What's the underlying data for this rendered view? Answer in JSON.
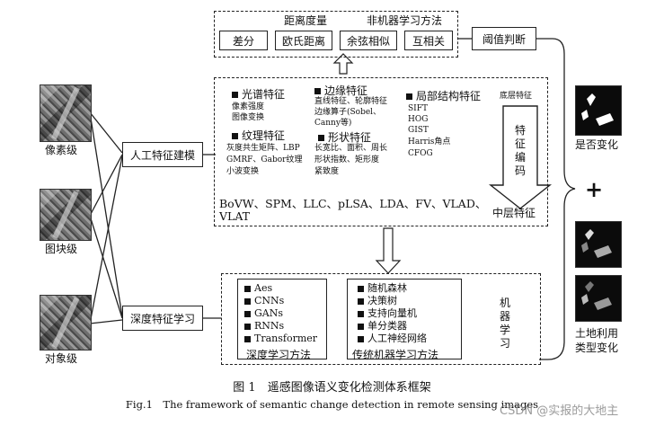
{
  "levels": [
    "像素级",
    "图块级",
    "对象级"
  ],
  "manual": "人工特征建模",
  "deep": "深度特征学习",
  "top": {
    "title_left": "距离度量",
    "title_right": "非机器学习方法",
    "items": [
      "差分",
      "欧氏距离",
      "余弦相似",
      "互相关"
    ]
  },
  "threshold": "阈值判断",
  "features": {
    "spectral": {
      "title": "光谱特征",
      "lines": [
        "像素强度",
        "图像变换"
      ]
    },
    "edge": {
      "title": "边缘特征",
      "lines": [
        "直线特征、轮廓特征",
        "边缘算子(Sobel、",
        "Canny等)"
      ]
    },
    "local": {
      "title": "局部结构特征",
      "tag": "底层特征",
      "lines": [
        "SIFT",
        "HOG",
        "GIST",
        "Harris角点",
        "CFOG"
      ]
    },
    "texture": {
      "title": "纹理特征",
      "lines": [
        "灰度共生矩阵、LBP",
        "GMRF、Gabor纹理",
        "小波变换"
      ]
    },
    "shape": {
      "title": "形状特征",
      "lines": [
        "长宽比、面积、周长",
        "形状指数、矩形度",
        "紧致度"
      ]
    },
    "encode_label": "特征编码",
    "encode_chars": [
      "特",
      "征",
      "编",
      "码"
    ],
    "methods_line1": "BoVW、SPM、LLC、pLSA、LDA、FV、VLAD、",
    "methods_line2": "VLAT",
    "mid_label": "中层特征"
  },
  "ml": {
    "deep_items": [
      "Aes",
      "CNNs",
      "GANs",
      "RNNs",
      "Transformer"
    ],
    "deep_title": "深度学习方法",
    "trad_items": [
      "随机森林",
      "决策树",
      "支持向量机",
      "单分类器",
      "人工神经网络"
    ],
    "trad_title": "传统机器学习方法",
    "label": "机器学习",
    "label_chars": [
      "机",
      "器",
      "学",
      "习"
    ]
  },
  "outputs": {
    "change": "是否变化",
    "plus": "+",
    "landuse_line1": "土地利用",
    "landuse_line2": "类型变化"
  },
  "caption": {
    "cn": "图 1　遥感图像语义变化检测体系框架",
    "en": "Fig.1　The framework of semantic change detection in remote sensing images"
  },
  "watermark": "CSDN @实报的大地主"
}
